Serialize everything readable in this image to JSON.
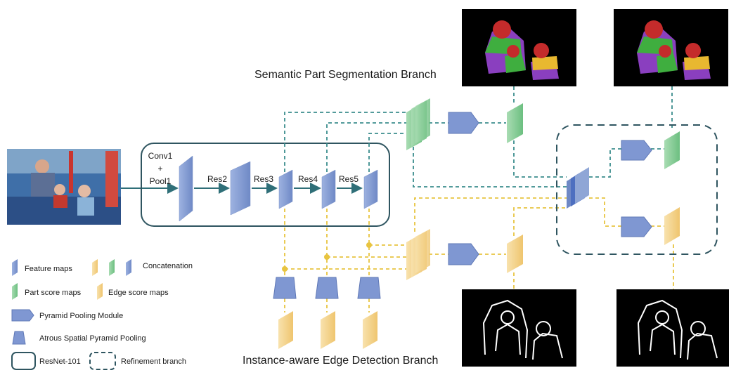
{
  "branches": {
    "semantic": "Semantic Part Segmentation Branch",
    "edge": "Instance-aware Edge Detection Branch"
  },
  "backbone": {
    "conv1": "Conv1",
    "plus": "+",
    "pool1": "Pool1",
    "res2": "Res2",
    "res3": "Res3",
    "res4": "Res4",
    "res5": "Res5"
  },
  "legend": {
    "feature_maps": "Feature maps",
    "concatenation": "Concatenation",
    "part_score_maps": "Part score maps",
    "edge_score_maps": "Edge score maps",
    "ppm": "Pyramid Pooling Module",
    "aspp": "Atrous Spatial Pyramid Pooling",
    "resnet": "ResNet-101",
    "refinement": "Refinement branch"
  },
  "colors": {
    "feature_blue": "#8fa6d6",
    "part_green": "#8fcf9b",
    "edge_yellow": "#f3d48f",
    "ppm_blue": "#7f97d2",
    "semantic_line": "#3b8d8d",
    "edge_line": "#e8c440",
    "backbone_line": "#2f6f78",
    "box_stroke": "#2f5560"
  }
}
